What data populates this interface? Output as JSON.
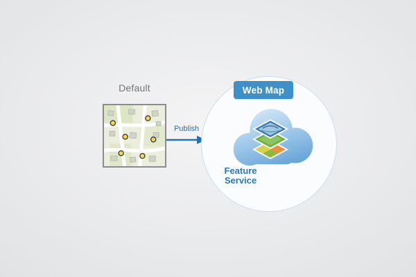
{
  "diagram": {
    "default_label": "Default",
    "publish_label": "Publish",
    "web_map_label": "Web Map",
    "feature_service_line1": "Feature",
    "feature_service_line2": "Service"
  },
  "icons": {
    "map_thumbnail": "street-map-with-yellow-point-markers",
    "publish_arrow": "right-arrow",
    "cloud": "cloud",
    "layers": "stacked-layers"
  },
  "colors": {
    "accent_blue": "#1f72b8",
    "badge_blue": "#3e90c9",
    "feature_service_blue": "#2a79bb",
    "label_gray": "#737476",
    "circle_stroke": "#ccdcea",
    "cloud_light": "#d6e9f8",
    "cloud_dark": "#5e9ed4",
    "marker_yellow": "#f7d74f",
    "map_border_gray": "#8c8c8c"
  }
}
